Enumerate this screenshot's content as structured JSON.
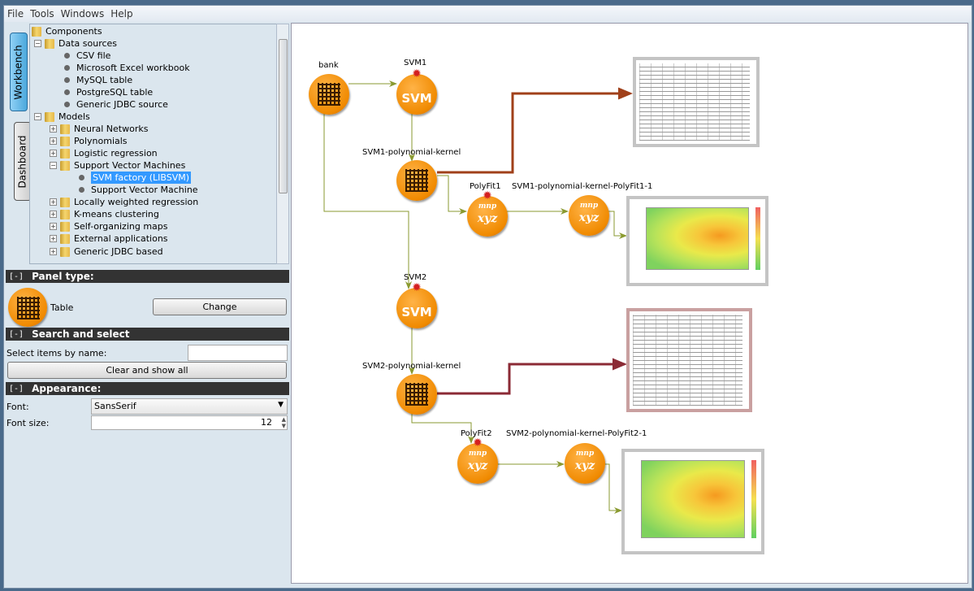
{
  "menu": [
    "File",
    "Tools",
    "Windows",
    "Help"
  ],
  "side_tabs": {
    "workbench": "Workbench",
    "dashboard": "Dashboard"
  },
  "tree": {
    "root": "Components",
    "data_sources": {
      "label": "Data sources",
      "items": [
        "CSV file",
        "Microsoft Excel workbook",
        "MySQL table",
        "PostgreSQL table",
        "Generic JDBC source"
      ]
    },
    "models": {
      "label": "Models",
      "items": [
        "Neural Networks",
        "Polynomials",
        "Logistic regression",
        "Support Vector Machines",
        "Locally weighted regression",
        "K-means clustering",
        "Self-organizing maps",
        "External applications",
        "Generic JDBC based"
      ]
    },
    "svm_children": [
      "SVM factory (LIBSVM)",
      "Support Vector Machine"
    ],
    "selected": "SVM factory (LIBSVM)"
  },
  "panel_type": {
    "toggle": "[-]",
    "header": "Panel type:",
    "type": "Table",
    "change_label": "Change"
  },
  "search": {
    "toggle": "[-]",
    "header": "Search and select",
    "label": "Select items by name:",
    "value": "",
    "clear_label": "Clear and show all"
  },
  "appearance": {
    "toggle": "[-]",
    "header": "Appearance:",
    "font_label": "Font:",
    "font_value": "SansSerif",
    "size_label": "Font size:",
    "size_value": "12"
  },
  "nodes": {
    "bank": "bank",
    "svm1": "SVM1",
    "k1": "SVM1-polynomial-kernel",
    "pf1": "PolyFit1",
    "pf11": "SVM1-polynomial-kernel-PolyFit1-1",
    "svm2": "SVM2",
    "k2": "SVM2-polynomial-kernel",
    "pf2": "PolyFit2",
    "pf21": "SVM2-polynomial-kernel-PolyFit2-1",
    "svm_icon_text": "SVM",
    "xyz": "xyz",
    "mnp": "mnp"
  },
  "colors": {
    "node": "#f08a00",
    "link": "#8a9a30",
    "table_link1": "#a0401a",
    "table_link2": "#8b2a35"
  }
}
